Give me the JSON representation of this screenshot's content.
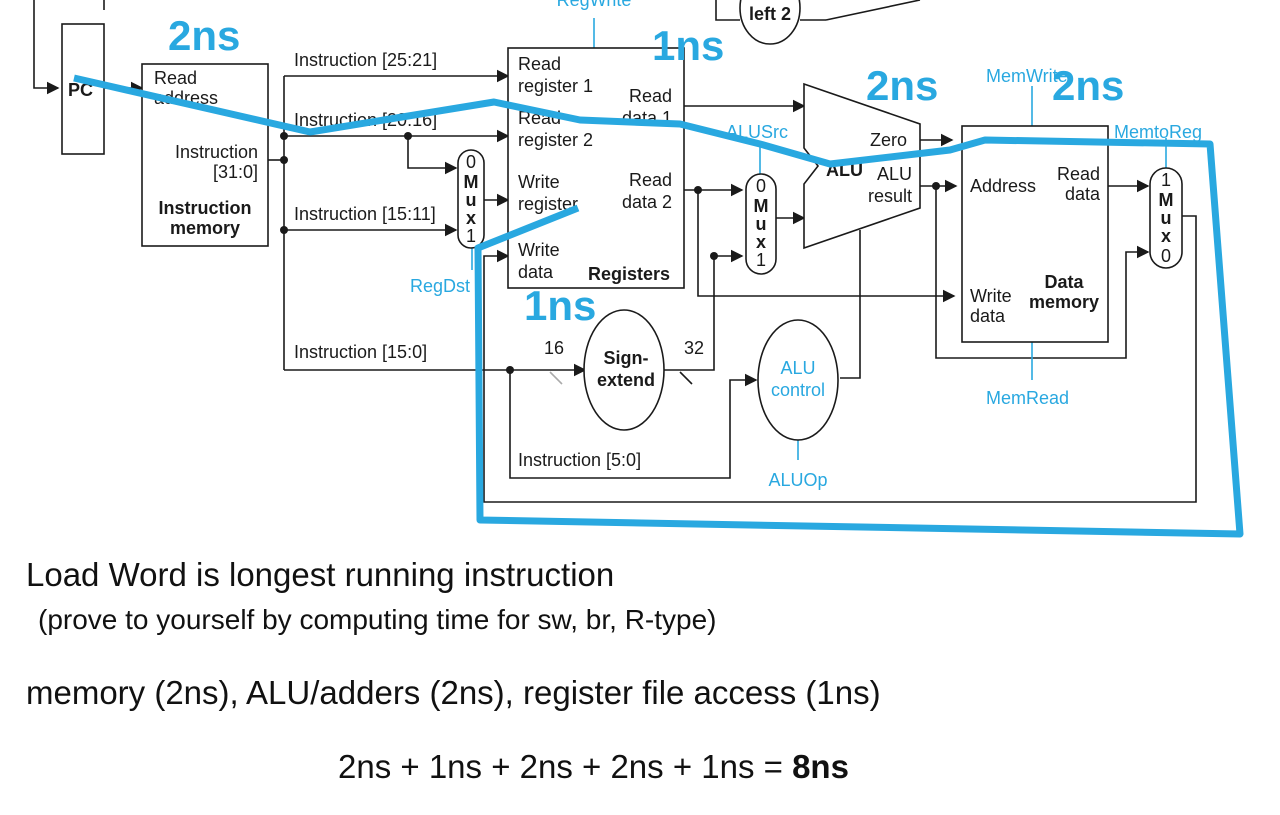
{
  "diagram": {
    "top_labels": {
      "shift_left": "left 2",
      "reg_write": "RegWrite",
      "mem_write": "MemWrite"
    },
    "pc": "PC",
    "instruction_memory": {
      "read_address": [
        "Read",
        "address"
      ],
      "instruction": [
        "Instruction",
        "[31:0]"
      ],
      "name": [
        "Instruction",
        "memory"
      ]
    },
    "fields": {
      "rs": "Instruction [25:21]",
      "rt": "Instruction [20:16]",
      "rd": "Instruction [15:11]",
      "imm": "Instruction [15:0]",
      "funct": "Instruction [5:0]"
    },
    "registers": {
      "read_reg1": [
        "Read",
        "register 1"
      ],
      "read_reg2": [
        "Read",
        "register 2"
      ],
      "write_reg": [
        "Write",
        "register"
      ],
      "write_data": [
        "Write",
        "data"
      ],
      "read_data1": [
        "Read",
        "data 1"
      ],
      "read_data2": [
        "Read",
        "data 2"
      ],
      "name": "Registers"
    },
    "mux_regdst": [
      "0",
      "M",
      "u",
      "x",
      "1"
    ],
    "mux_alusrc": [
      "0",
      "M",
      "u",
      "x",
      "1"
    ],
    "mux_memtoreg": [
      "1",
      "M",
      "u",
      "x",
      "0"
    ],
    "control": {
      "regdst": "RegDst",
      "alusrc": "ALUSrc",
      "memtoreg": "MemtoReg",
      "memread": "MemRead",
      "aluop": "ALUOp"
    },
    "alu": {
      "zero": "Zero",
      "result": [
        "ALU",
        "result"
      ],
      "name": "ALU"
    },
    "data_memory": {
      "address": "Address",
      "read_data": [
        "Read",
        "data"
      ],
      "write_data": [
        "Write",
        "data"
      ],
      "name": [
        "Data",
        "memory"
      ]
    },
    "sign_extend": {
      "name": [
        "Sign-",
        "extend"
      ],
      "in_width": "16",
      "out_width": "32"
    },
    "alu_control": [
      "ALU",
      "control"
    ],
    "timing": {
      "imem": "2ns",
      "reg_read": "1ns",
      "alu": "2ns",
      "dmem": "2ns",
      "reg_write": "1ns"
    }
  },
  "text": {
    "line1": "Load Word is longest running instruction",
    "line2": "(prove to yourself by computing time for sw, br, R-type)",
    "line3": "memory (2ns), ALU/adders (2ns), register file access (1ns)",
    "equation": "2ns + 1ns + 2ns + 2ns + 1ns = ",
    "result": "8ns"
  },
  "colors": {
    "path": "#29a8e0",
    "control": "#29a8e0",
    "wire": "#1a1a1a"
  }
}
